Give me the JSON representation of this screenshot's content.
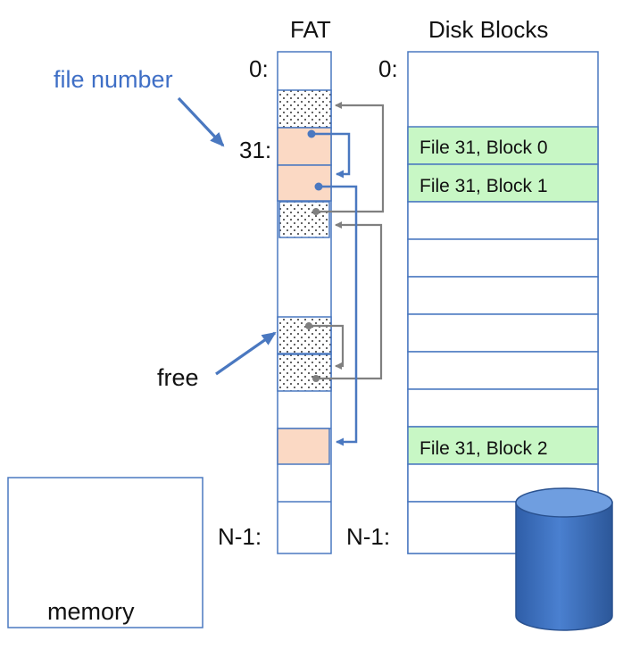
{
  "fat": {
    "title": "FAT",
    "labels": {
      "first": "0:",
      "file": "31:",
      "last": "N-1:"
    }
  },
  "disk": {
    "title": "Disk Blocks",
    "labels": {
      "first": "0:",
      "last": "N-1:"
    },
    "blocks": [
      "File 31, Block 0",
      "File 31, Block 1",
      "File 31, Block 2"
    ]
  },
  "annotations": {
    "file_number": "file number",
    "free": "free",
    "memory": "memory"
  },
  "colors": {
    "outline": "#4a78c0",
    "file_entry": "#fbd9c4",
    "file_block": "#c8f7c5",
    "pointer_file": "#4a78c0",
    "pointer_free": "#808080",
    "annotation": "#3f6fc6",
    "disk_body": "#3a6fc0"
  },
  "icons": {
    "disk": "disk-drive-icon"
  }
}
